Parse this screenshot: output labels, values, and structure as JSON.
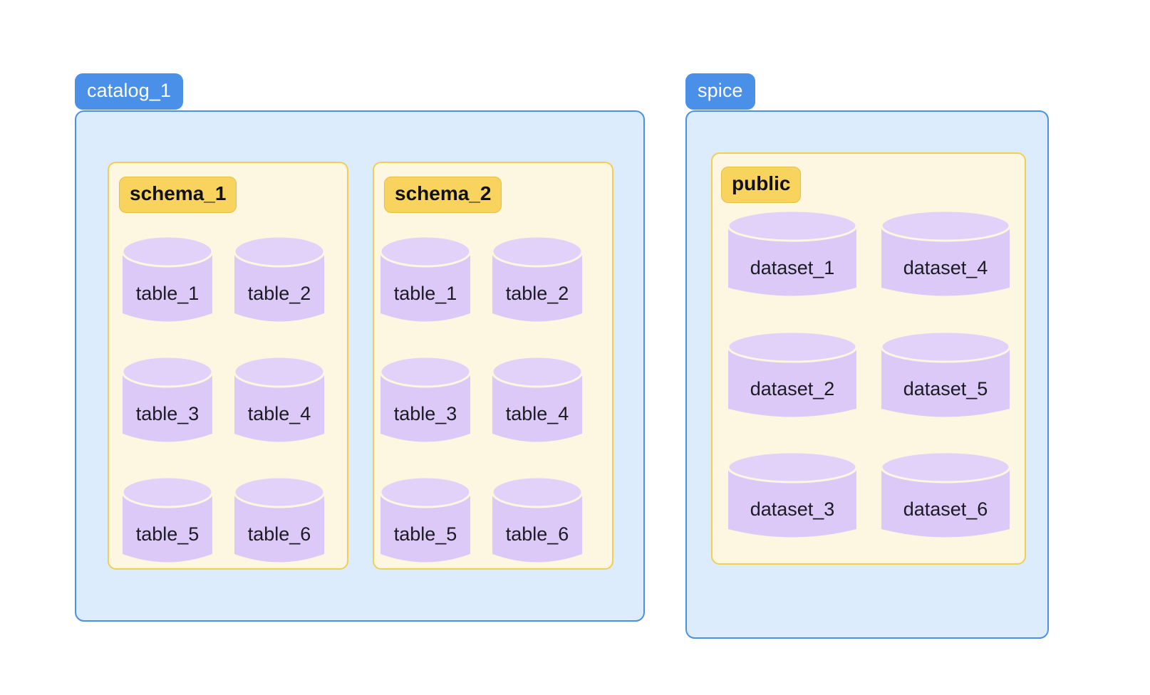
{
  "diagram": {
    "title_hidden": "",
    "background_color": "#ffffff",
    "colors": {
      "catalog_badge_bg": "#4a90e8",
      "catalog_badge_text": "#ffffff",
      "catalog_box_bg": "#dcecfd",
      "catalog_box_border": "#4a90e8",
      "schema_panel_bg": "#fdf6e0",
      "schema_panel_border": "#f4cd55",
      "schema_badge_bg": "#f8d45e",
      "schema_badge_border": "#e8be45",
      "schema_badge_text": "#111015",
      "cylinder_body": "#ddc9f7",
      "cylinder_top": "#e2d2fa",
      "cylinder_edge": "#fdf6e0",
      "cylinder_label_text": "#1b1b24"
    }
  },
  "catalogs": [
    {
      "name": "catalog_1",
      "badge_icon": "catalog-icon",
      "schemas": [
        {
          "name": "schema_1",
          "objects": [
            {
              "name": "table_1",
              "icon": "database-cylinder-icon"
            },
            {
              "name": "table_2",
              "icon": "database-cylinder-icon"
            },
            {
              "name": "table_3",
              "icon": "database-cylinder-icon"
            },
            {
              "name": "table_4",
              "icon": "database-cylinder-icon"
            },
            {
              "name": "table_5",
              "icon": "database-cylinder-icon"
            },
            {
              "name": "table_6",
              "icon": "database-cylinder-icon"
            }
          ]
        },
        {
          "name": "schema_2",
          "objects": [
            {
              "name": "table_1",
              "icon": "database-cylinder-icon"
            },
            {
              "name": "table_2",
              "icon": "database-cylinder-icon"
            },
            {
              "name": "table_3",
              "icon": "database-cylinder-icon"
            },
            {
              "name": "table_4",
              "icon": "database-cylinder-icon"
            },
            {
              "name": "table_5",
              "icon": "database-cylinder-icon"
            },
            {
              "name": "table_6",
              "icon": "database-cylinder-icon"
            }
          ]
        }
      ]
    },
    {
      "name": "spice",
      "badge_icon": "catalog-icon",
      "schemas": [
        {
          "name": "public",
          "objects": [
            {
              "name": "dataset_1",
              "icon": "database-cylinder-icon"
            },
            {
              "name": "dataset_4",
              "icon": "database-cylinder-icon"
            },
            {
              "name": "dataset_2",
              "icon": "database-cylinder-icon"
            },
            {
              "name": "dataset_5",
              "icon": "database-cylinder-icon"
            },
            {
              "name": "dataset_3",
              "icon": "database-cylinder-icon"
            },
            {
              "name": "dataset_6",
              "icon": "database-cylinder-icon"
            }
          ]
        }
      ]
    }
  ]
}
